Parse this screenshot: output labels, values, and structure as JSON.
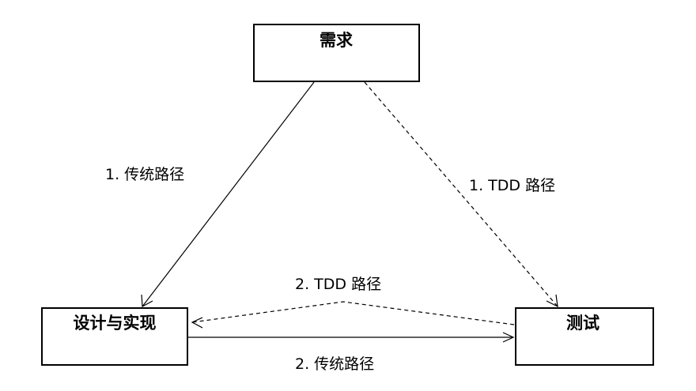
{
  "nodes": {
    "requirements": "需求",
    "design": "设计与实现",
    "testing": "测试"
  },
  "edges": {
    "traditional_1": "1. 传统路径",
    "tdd_1": "1. TDD 路径",
    "tdd_2": "2. TDD 路径",
    "traditional_2": "2. 传统路径"
  }
}
